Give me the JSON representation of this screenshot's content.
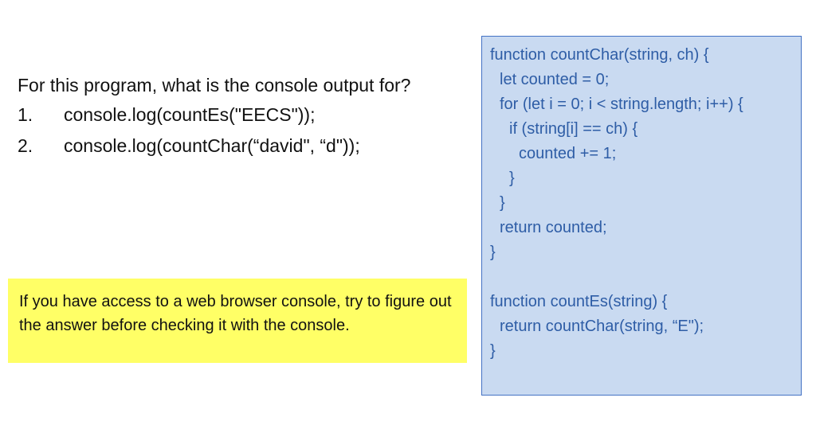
{
  "question": {
    "text": "For this program, what is the console output for?",
    "items": [
      {
        "number": "1.",
        "code": "console.log(countEs(\"EECS\"));"
      },
      {
        "number": "2.",
        "code": "console.log(countChar(“david\", “d\"));"
      }
    ]
  },
  "hint": {
    "text": "If you have access to a web browser console, try to figure out the answer before checking it with the console."
  },
  "code": {
    "lines": [
      "function countChar(string, ch) {",
      "let counted = 0;",
      "for (let i = 0; i < string.length; i++) {",
      "if (string[i] == ch) {",
      "counted += 1;",
      "}",
      "}",
      "return counted;",
      "}",
      "",
      "function countEs(string) {",
      "return countChar(string, “E\");",
      "}"
    ]
  }
}
